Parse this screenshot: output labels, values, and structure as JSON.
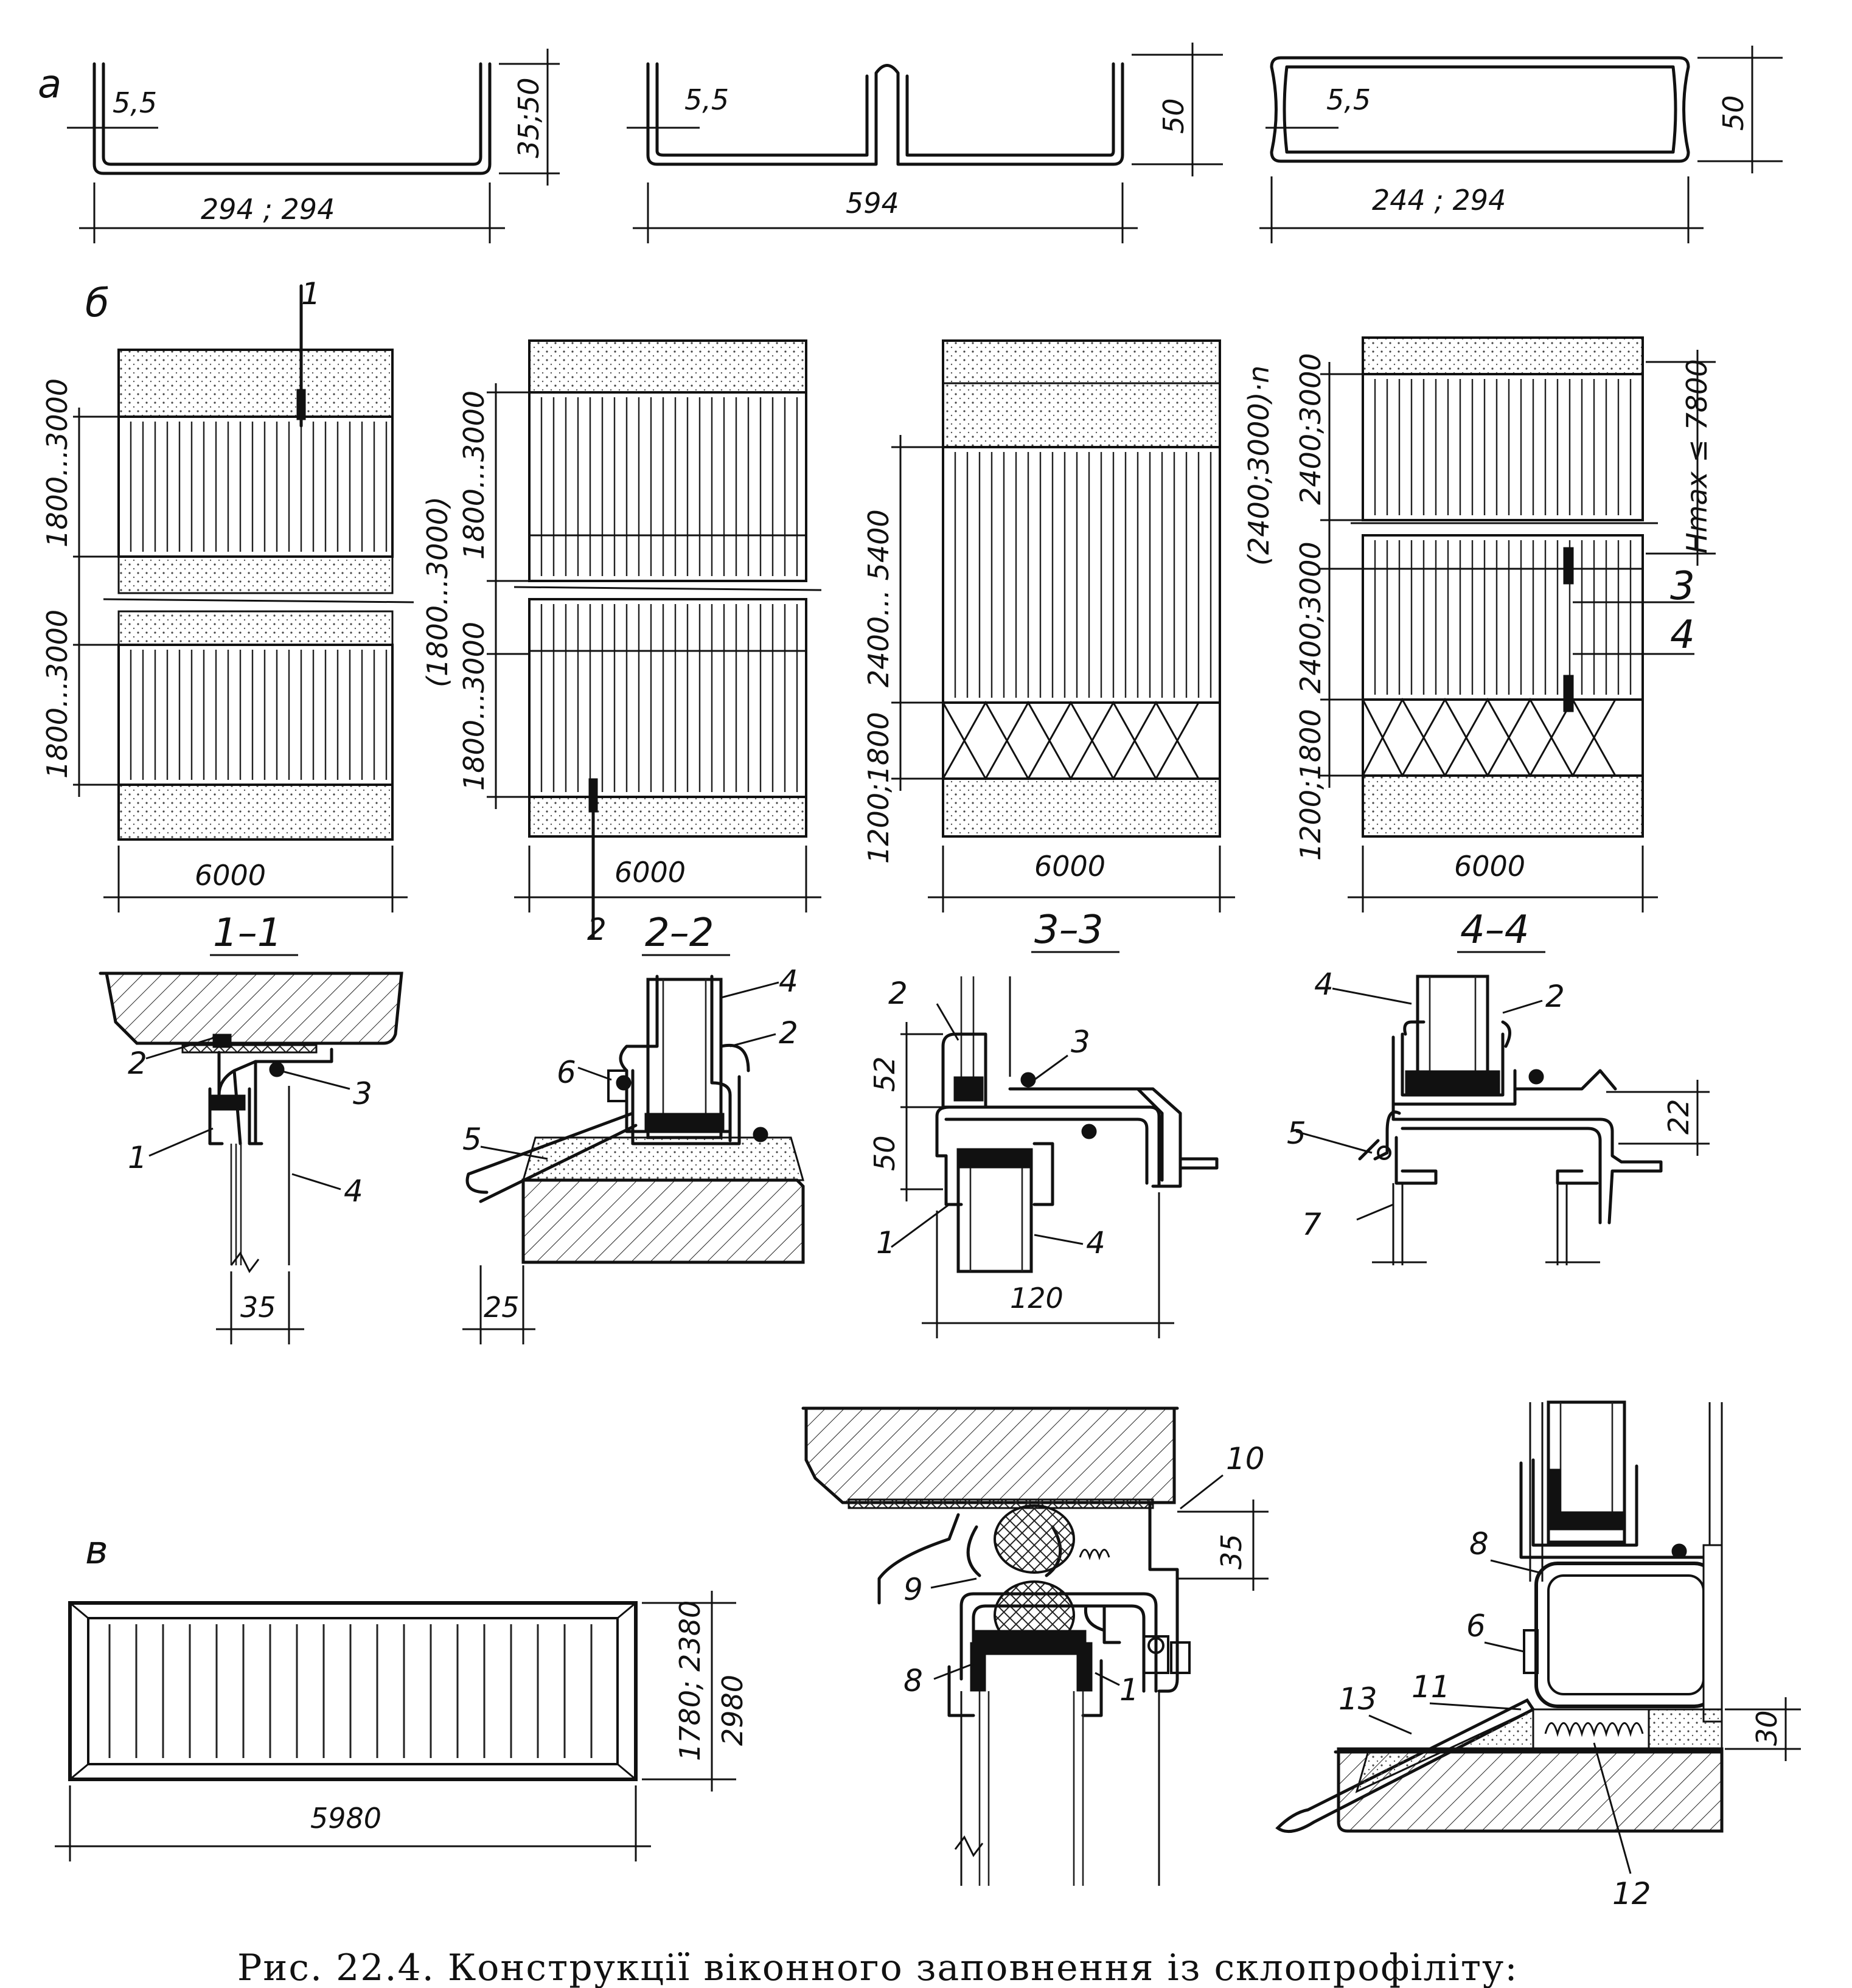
{
  "panels": {
    "a": "а",
    "b": "б",
    "v": "в"
  },
  "profiles": {
    "channel": {
      "thickness": "5,5",
      "width": "294 ; 294",
      "height": "35;50"
    },
    "ribbed": {
      "thickness": "5,5",
      "width": "594",
      "height": "50"
    },
    "box": {
      "thickness": "5,5",
      "width": "244 ; 294",
      "height": "50"
    }
  },
  "elevations": {
    "e1": {
      "tier_upper": "1800...3000",
      "tier_lower": "1800...3000",
      "width": "6000",
      "cut_mark": "1"
    },
    "e2": {
      "tier_upper": "1800...3000",
      "tier_lower": "1800...3000",
      "repeat": "(1800...3000)",
      "width": "6000",
      "cut_mark": "2"
    },
    "e3": {
      "glazing": "2400... 5400",
      "base": "1200;1800",
      "width": "6000"
    },
    "e4": {
      "tier_upper": "2400;3000",
      "repeat": "(2400;3000)·n",
      "tier_lower": "2400;3000",
      "base": "1200;1800",
      "hmax": "Hmax ≤ 7800",
      "width": "6000",
      "cut_3": "3",
      "cut_4": "4"
    }
  },
  "sections": {
    "s11": {
      "title": "1–1",
      "dim": "35",
      "callouts": [
        "1",
        "2",
        "3",
        "4"
      ]
    },
    "s22": {
      "title": "2–2",
      "dim": "25",
      "callouts": [
        "2",
        "4",
        "5",
        "6"
      ]
    },
    "s33": {
      "title": "3–3",
      "dim_top": "52",
      "dim_mid": "50",
      "dim_width": "120",
      "callouts": [
        "1",
        "2",
        "3",
        "4"
      ]
    },
    "s44": {
      "title": "4–4",
      "dim": "22",
      "callouts": [
        "2",
        "4",
        "5",
        "7"
      ]
    }
  },
  "panel_v": {
    "width": "5980",
    "height_a": "1780; 2380",
    "height_b": "2980"
  },
  "details": {
    "top": {
      "dim": "35",
      "callouts": [
        "1",
        "8",
        "9",
        "10"
      ]
    },
    "bottom": {
      "dim": "30",
      "callouts": [
        "6",
        "8",
        "11",
        "12",
        "13"
      ]
    }
  },
  "caption": "Рис. 22.4. Конструкції віконного заповнення із склопрофіліту:"
}
